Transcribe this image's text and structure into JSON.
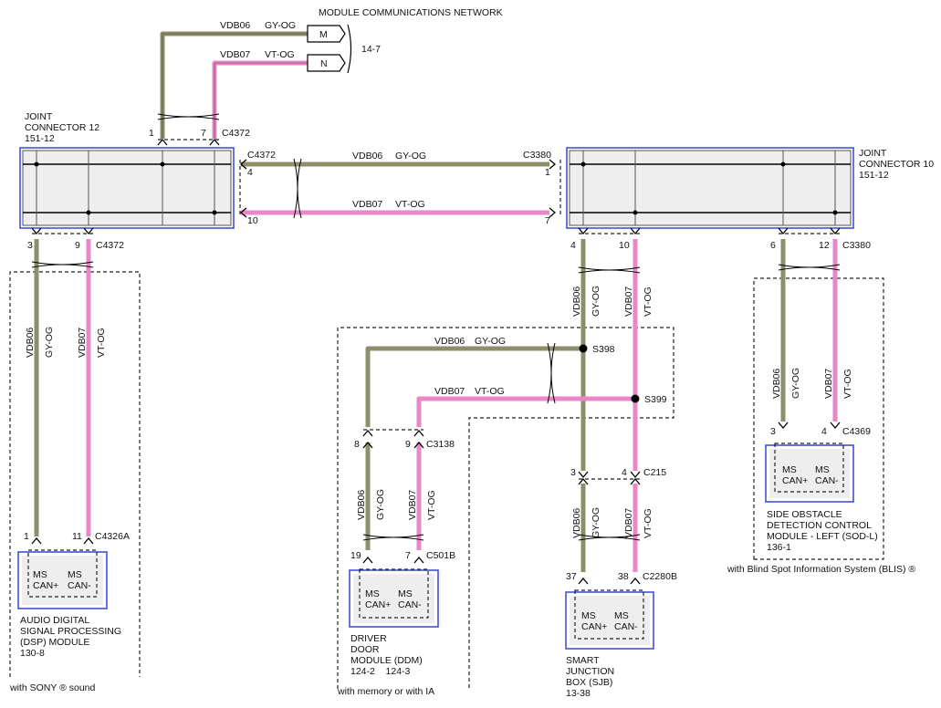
{
  "title": "MODULE COMMUNICATIONS NETWORK",
  "colors": {
    "gy_og": "#8c8f6a",
    "vt_og": "#ea87c9",
    "module_blue": "#3546d2",
    "module_fill": "#eeeeee"
  },
  "page_ref": "14-7",
  "network": {
    "conn_m": "M",
    "conn_n": "N",
    "wire_a_code": "VDB06",
    "wire_a_color": "GY-OG",
    "wire_b_code": "VDB07",
    "wire_b_color": "VT-OG"
  },
  "jc12": {
    "line1": "JOINT",
    "line2": "CONNECTOR 12",
    "line3": "151-12",
    "connector_top": "C4372",
    "pin1": "1",
    "pin7": "7",
    "connector_bottom": "C4372",
    "pin3": "3",
    "pin9": "9",
    "connector_right": "C4372",
    "pin4": "4",
    "pin10": "10"
  },
  "jc10": {
    "line1": "JOINT",
    "line2": "CONNECTOR 10",
    "line3": "151-12",
    "connector_left": "C3380",
    "pin1": "1",
    "pin7": "7",
    "connector_bottom": "C3380",
    "pin4": "4",
    "pin10": "10",
    "pin6": "6",
    "pin12": "12"
  },
  "bus": {
    "top_code": "VDB06",
    "top_color": "GY-OG",
    "bottom_code": "VDB07",
    "bottom_color": "VT-OG"
  },
  "dsp": {
    "wire_a_code": "VDB06",
    "wire_a_color": "GY-OG",
    "wire_b_code": "VDB07",
    "wire_b_color": "VT-OG",
    "connector": "C4326A",
    "pin1": "1",
    "pin11": "11",
    "can_plus": "CAN+",
    "can_minus": "CAN-",
    "ms": "MS",
    "name1": "AUDIO DIGITAL",
    "name2": "SIGNAL PROCESSING",
    "name3": "(DSP) MODULE",
    "name4": "130-8",
    "option": "with SONY ® sound"
  },
  "ddm": {
    "top_code": "VDB06",
    "top_color": "GY-OG",
    "mid_code": "VDB07",
    "mid_color": "VT-OG",
    "splice_a": "S398",
    "splice_b": "S399",
    "connector_mid": "C3138",
    "pin8": "8",
    "pin9": "9",
    "wire_a_code": "VDB06",
    "wire_a_color": "GY-OG",
    "wire_b_code": "VDB07",
    "wire_b_color": "VT-OG",
    "connector": "C501B",
    "pin19": "19",
    "pin7": "7",
    "ms": "MS",
    "can_plus": "CAN+",
    "can_minus": "CAN-",
    "name1": "DRIVER",
    "name2": "DOOR",
    "name3": "MODULE (DDM)",
    "name4": "124-2    124-3",
    "option": "with memory or with IA"
  },
  "sjb": {
    "wire_a_code": "VDB06",
    "wire_a_color": "GY-OG",
    "wire_b_code": "VDB07",
    "wire_b_color": "VT-OG",
    "connector_mid": "C215",
    "pin3": "3",
    "pin4": "4",
    "low_a_code": "VDB06",
    "low_a_color": "GY-OG",
    "low_b_code": "VDB07",
    "low_b_color": "VT-OG",
    "connector": "C2280B",
    "pin37": "37",
    "pin38": "38",
    "ms": "MS",
    "can_plus": "CAN+",
    "can_minus": "CAN-",
    "name1": "SMART",
    "name2": "JUNCTION",
    "name3": "BOX (SJB)",
    "name4": "13-38"
  },
  "sod": {
    "wire_a_code": "VDB06",
    "wire_a_color": "GY-OG",
    "wire_b_code": "VDB07",
    "wire_b_color": "VT-OG",
    "connector": "C4369",
    "pin3": "3",
    "pin4": "4",
    "ms": "MS",
    "can_plus": "CAN+",
    "can_minus": "CAN-",
    "name1": "SIDE OBSTACLE",
    "name2": "DETECTION CONTROL",
    "name3": "MODULE - LEFT (SOD-L)",
    "name4": "136-1",
    "option": "with Blind Spot Information System (BLIS) ®"
  }
}
